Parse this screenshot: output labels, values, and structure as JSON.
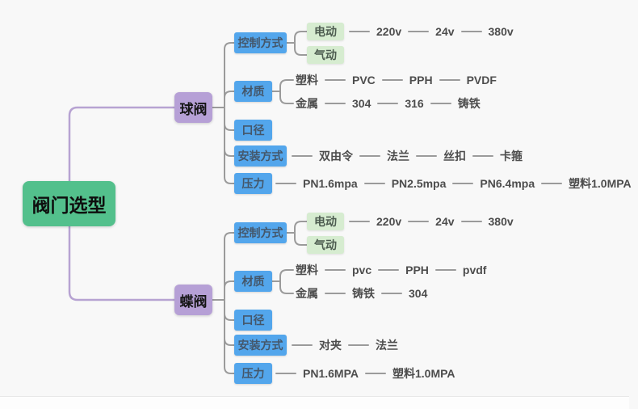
{
  "root": {
    "label": "阀门选型"
  },
  "branches": [
    {
      "label": "球阀",
      "control": {
        "label": "控制方式",
        "electric": {
          "label": "电动",
          "chain": [
            "220v",
            "24v",
            "380v"
          ]
        },
        "pneumatic": {
          "label": "气动"
        }
      },
      "material": {
        "label": "材质",
        "row1": [
          "塑料",
          "PVC",
          "PPH",
          "PVDF"
        ],
        "row2": [
          "金属",
          "304",
          "316",
          "铸铁"
        ]
      },
      "diameter": {
        "label": "口径"
      },
      "install": {
        "label": "安装方式",
        "chain": [
          "双由令",
          "法兰",
          "丝扣",
          "卡箍"
        ]
      },
      "pressure": {
        "label": "压力",
        "chain": [
          "PN1.6mpa",
          "PN2.5mpa",
          "PN6.4mpa",
          "塑料1.0MPA"
        ]
      }
    },
    {
      "label": "蝶阀",
      "control": {
        "label": "控制方式",
        "electric": {
          "label": "电动",
          "chain": [
            "220v",
            "24v",
            "380v"
          ]
        },
        "pneumatic": {
          "label": "气动"
        }
      },
      "material": {
        "label": "材质",
        "row1": [
          "塑料",
          "pvc",
          "PPH",
          "pvdf"
        ],
        "row2": [
          "金属",
          "铸铁",
          "304"
        ]
      },
      "diameter": {
        "label": "口径"
      },
      "install": {
        "label": "安装方式",
        "chain": [
          "对夹",
          "法兰"
        ]
      },
      "pressure": {
        "label": "压力",
        "chain": [
          "PN1.6MPA",
          "塑料1.0MPA"
        ]
      }
    }
  ],
  "colors": {
    "root_green": "#53c08c",
    "branch_purple": "#b6a0d6",
    "category_blue": "#53a6ec",
    "child_green": "#d6ecd0",
    "line_gray": "#9b9b9b",
    "line_purple": "#b7a3d2",
    "leaf_text": "#4d4d4d",
    "background": "#f8f8f8"
  }
}
